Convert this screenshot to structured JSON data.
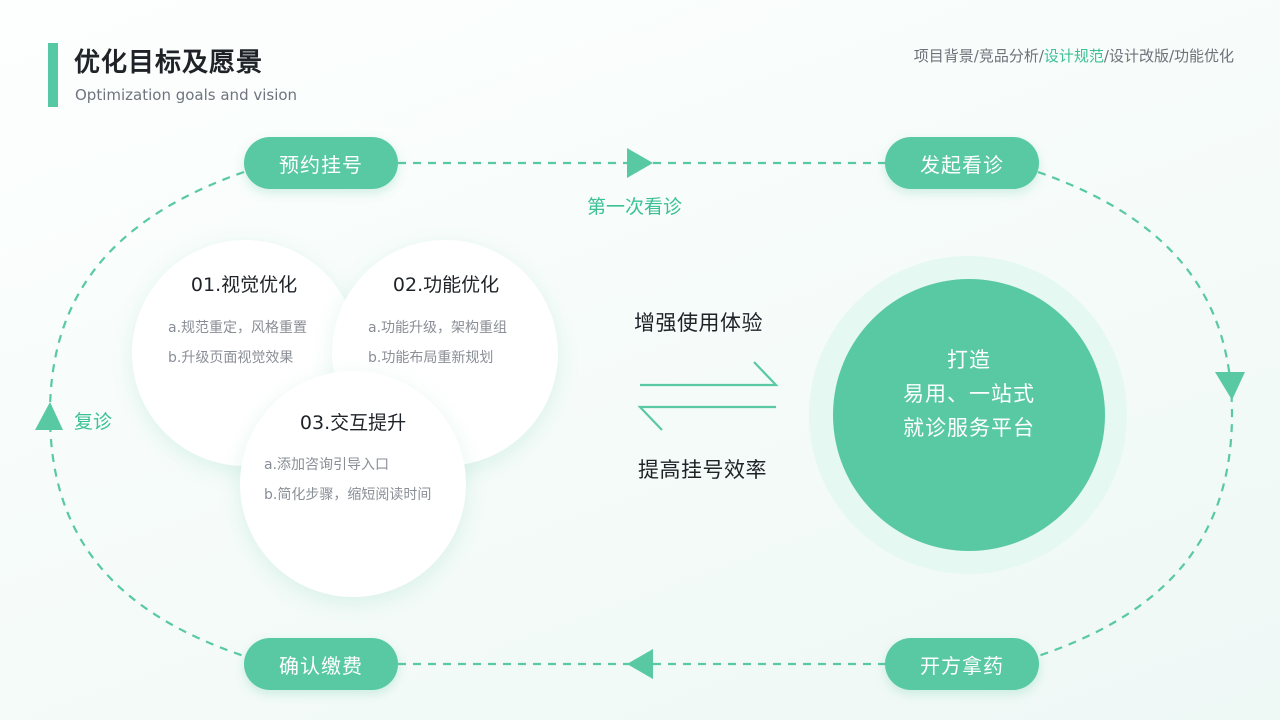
{
  "header": {
    "title": "优化目标及愿景",
    "subtitle": "Optimization goals and vision",
    "breadcrumb": {
      "item1": "项目背景/竞品分析/",
      "active": "设计规范",
      "item3": "/设计改版/功能优化"
    }
  },
  "loop": {
    "step_book": "预约挂号",
    "step_consult": "发起看诊",
    "step_prescribe": "开方拿药",
    "step_pay": "确认缴费",
    "label_first_visit": "第一次看诊",
    "label_revisit": "复诊"
  },
  "circles": [
    {
      "title": "01.视觉优化",
      "items": [
        "a.规范重定，风格重置",
        "b.升级页面视觉效果"
      ]
    },
    {
      "title": "02.功能优化",
      "items": [
        "a.功能升级，架构重组",
        "b.功能布局重新规划"
      ]
    },
    {
      "title": "03.交互提升",
      "items": [
        "a.添加咨询引导入口",
        "b.简化步骤，缩短阅读时间"
      ]
    }
  ],
  "middle": {
    "top": "增强使用体验",
    "bottom": "提高挂号效率"
  },
  "vision": {
    "line1": "打造",
    "line2": "易用、一站式",
    "line3": "就诊服务平台"
  },
  "colors": {
    "accent": "#58c9a3",
    "accent_text": "#3cc196",
    "halo": "#e5f8f1"
  }
}
